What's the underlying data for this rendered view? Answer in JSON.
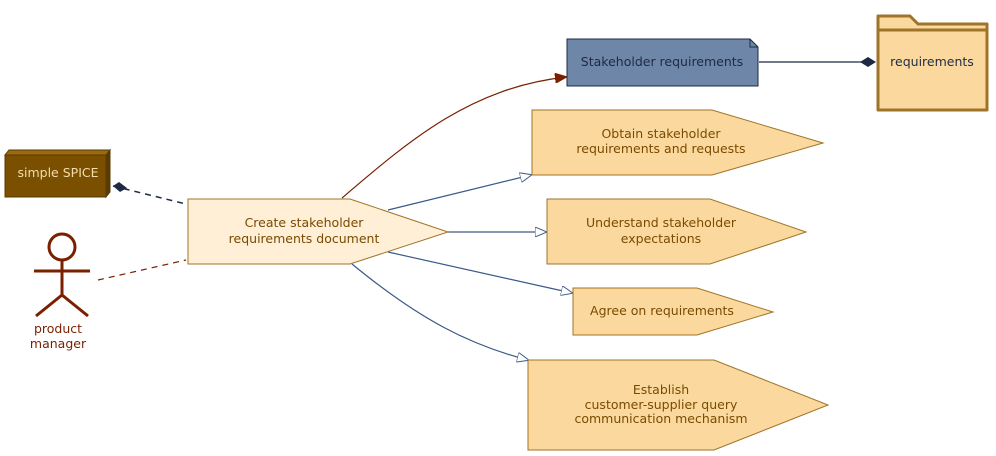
{
  "artifact": {
    "label": "Stakeholder requirements"
  },
  "folder": {
    "label": "requirements"
  },
  "tool": {
    "label": "simple SPICE"
  },
  "actor": {
    "line1": "product",
    "line2": "manager"
  },
  "main_process": {
    "line1": "Create stakeholder",
    "line2": "requirements document"
  },
  "outcomes": [
    {
      "lines": [
        "Obtain stakeholder",
        "requirements and requests"
      ]
    },
    {
      "lines": [
        "Understand stakeholder",
        "expectations"
      ]
    },
    {
      "lines": [
        "Agree on requirements"
      ]
    },
    {
      "lines": [
        "Establish",
        "customer-supplier query",
        "communication mechanism"
      ]
    }
  ],
  "colors": {
    "artifact_fill": "#6e86a8",
    "artifact_stroke": "#1e2a44",
    "folder_fill": "#fbd99e",
    "folder_stroke": "#a07428",
    "tool_fill": "#7a5000",
    "process_fill": "#ffefd6",
    "outcome_fill": "#fbd99e",
    "outcome_stroke": "#a07428",
    "link_blue": "#3a5a88",
    "link_red": "#7a1f00",
    "actor": "#7a1f00"
  }
}
